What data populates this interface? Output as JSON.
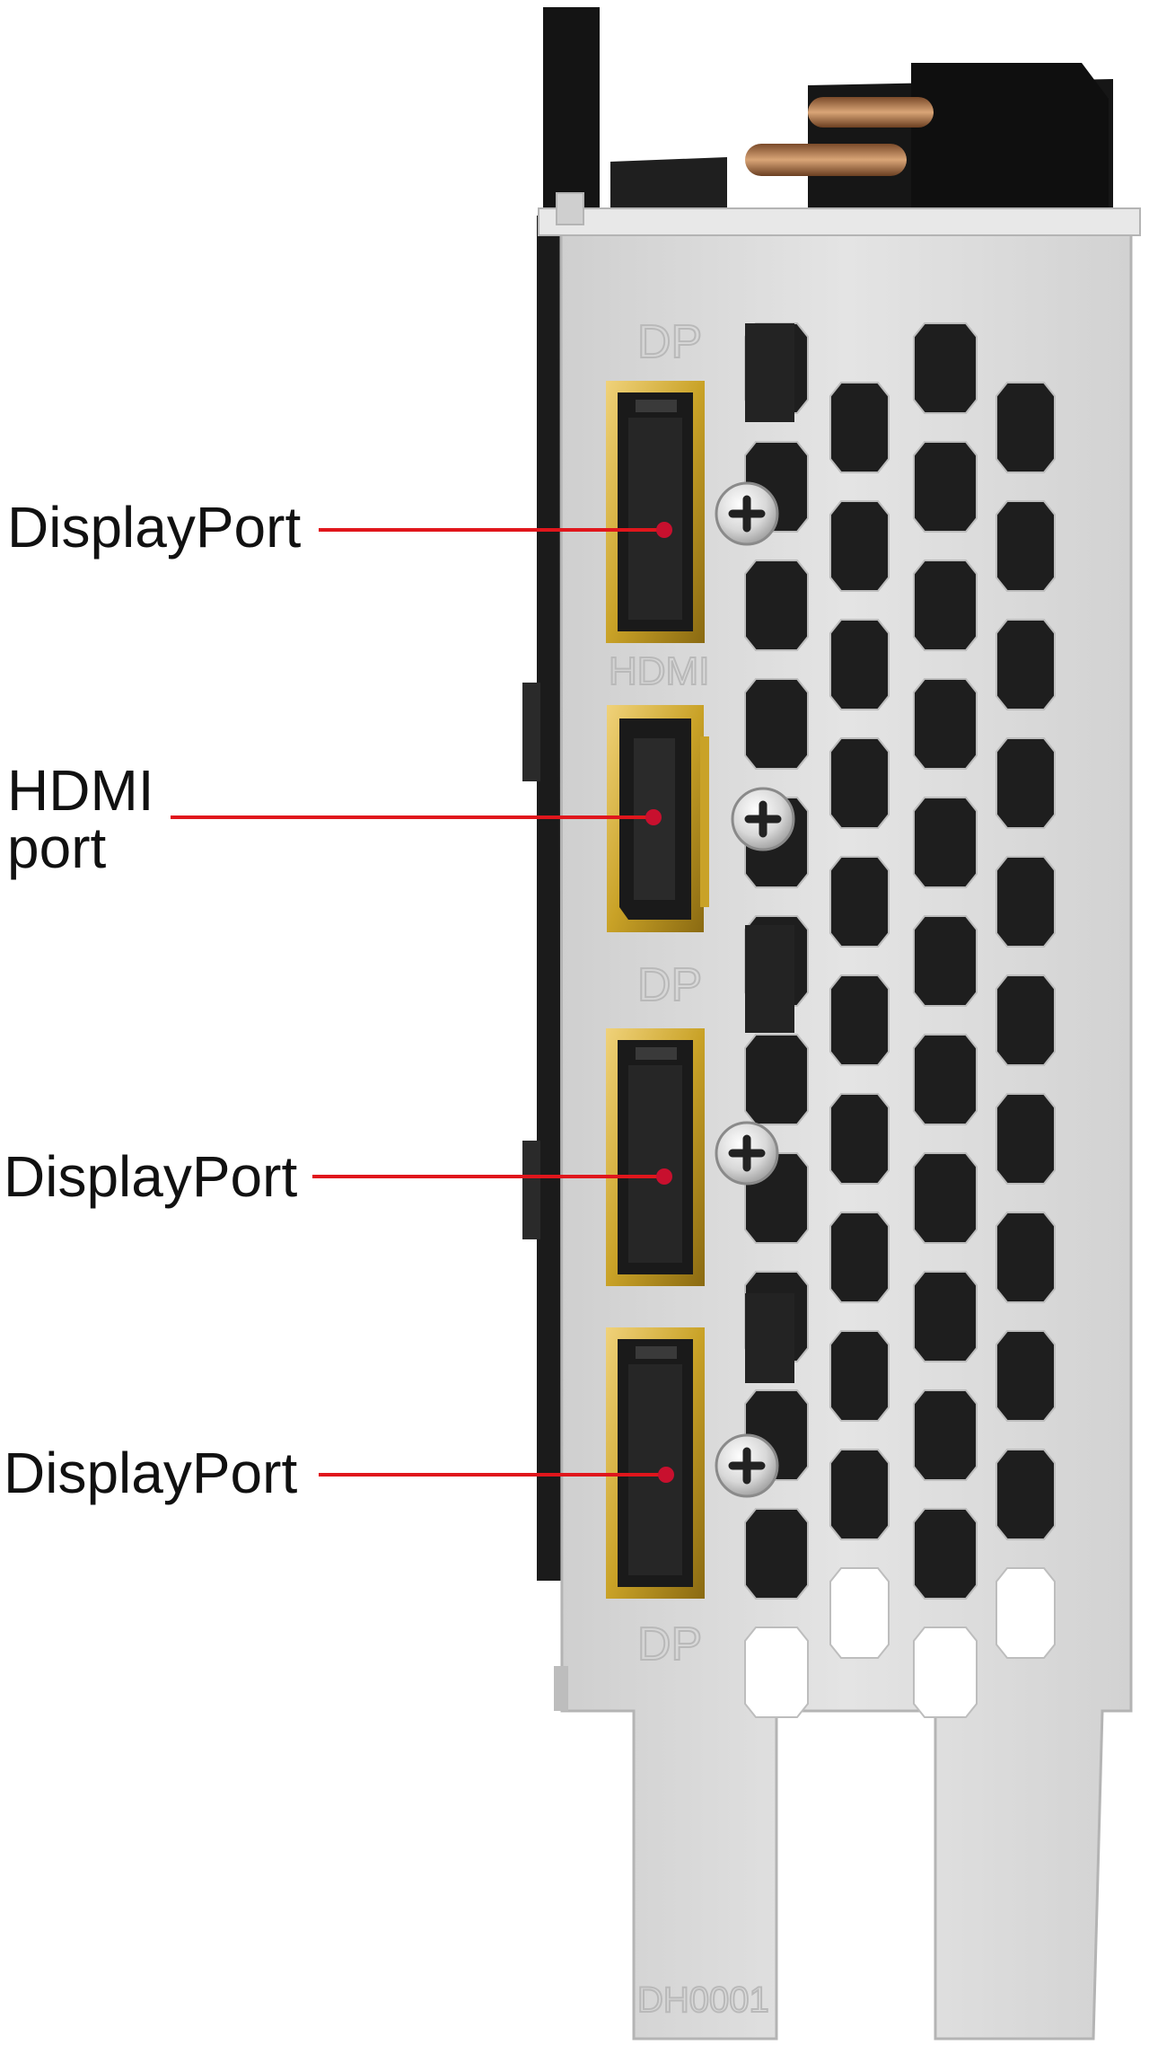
{
  "colors": {
    "background": "#ffffff",
    "bracket": "#d9d9d9",
    "bracket_edge": "#b8b8b8",
    "gold": "#c9a227",
    "port_dark": "#1a1a1a",
    "leader_line": "#e0161c",
    "leader_dot": "#c8102e",
    "label_text": "#111111"
  },
  "callouts": [
    {
      "label": "DisplayPort",
      "lines": [
        "DisplayPort"
      ],
      "port": "displayport"
    },
    {
      "label": "HDMI port",
      "lines": [
        "HDMI",
        "port"
      ],
      "port": "hdmi"
    },
    {
      "label": "DisplayPort",
      "lines": [
        "DisplayPort"
      ],
      "port": "displayport"
    },
    {
      "label": "DisplayPort",
      "lines": [
        "DisplayPort"
      ],
      "port": "displayport"
    }
  ],
  "bracket_markings": {
    "dp_top": "DP",
    "hdmi": "HDMI",
    "dp_mid": "DP",
    "dp_bottom": "DP",
    "part_code": "DH0001"
  },
  "icons": [
    "screw-icon",
    "displayport-connector-icon",
    "hdmi-connector-icon"
  ]
}
